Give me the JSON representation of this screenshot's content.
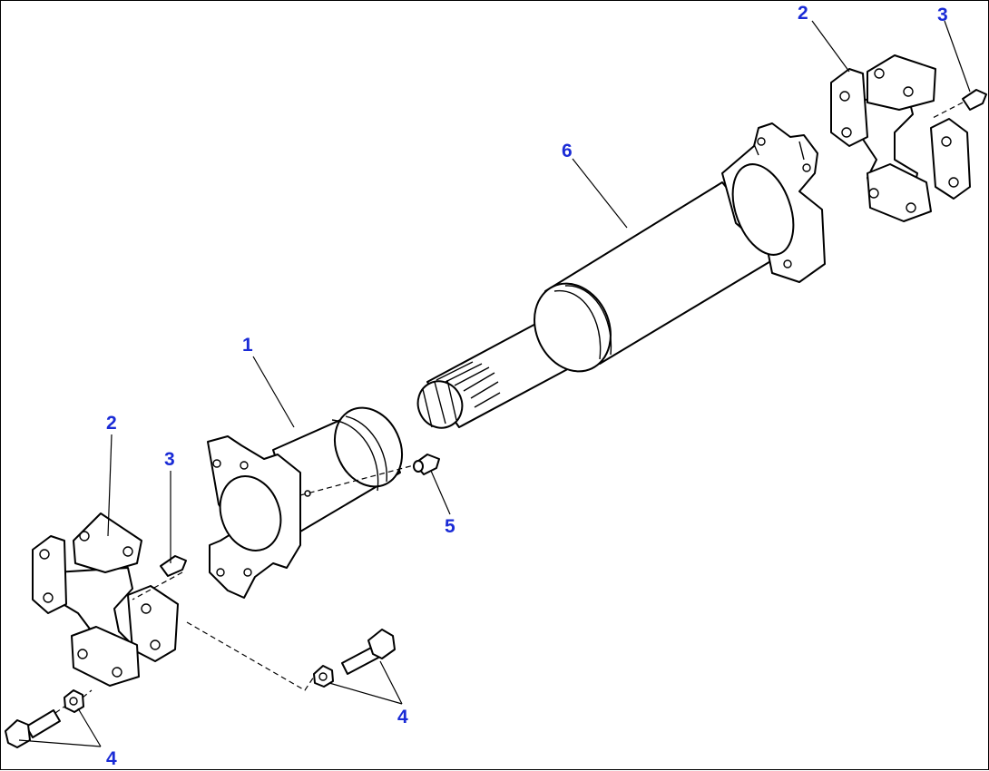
{
  "colors": {
    "callout": "#1a2bd6",
    "line": "#000000",
    "background": "#ffffff"
  },
  "callouts": {
    "c1": "1",
    "c2_left": "2",
    "c2_right": "2",
    "c3_left": "3",
    "c3_right": "3",
    "c4_center": "4",
    "c4_bottom": "4",
    "c5": "5",
    "c6": "6"
  }
}
